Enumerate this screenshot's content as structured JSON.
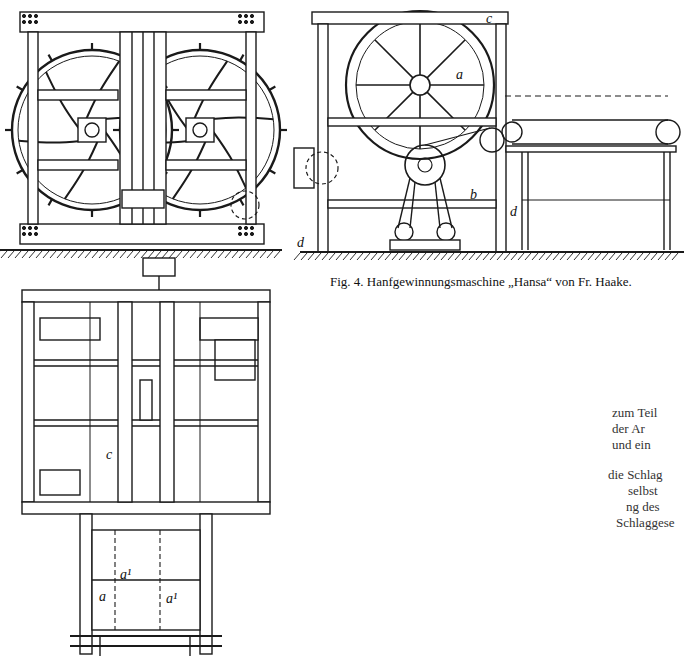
{
  "diagram": {
    "caption": "Fig. 4. Hanfgewinnungsmaschine „Hansa“ von Fr. Haake.",
    "labels": [
      "c",
      "a",
      "b",
      "d",
      "d",
      "c",
      "a",
      "a¹",
      "a¹",
      "zum Teil",
      "der Ar",
      "und ein",
      "die Schlag",
      "selbst",
      "ng des",
      "Schlaggese"
    ]
  }
}
